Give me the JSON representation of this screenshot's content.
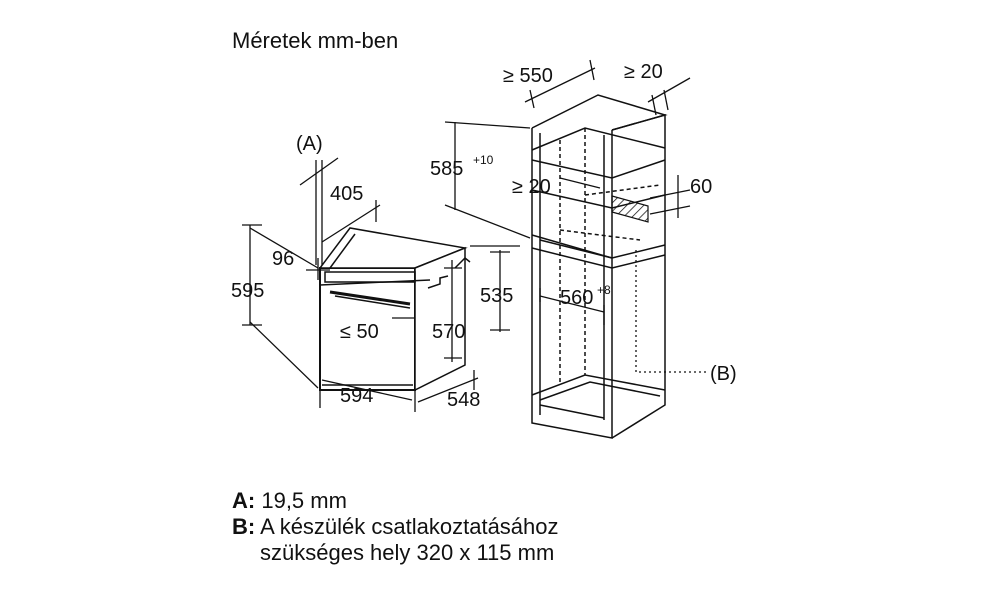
{
  "title": "Méretek mm-ben",
  "oven": {
    "label_a": "(A)",
    "dim_depth_top": "405",
    "dim_96": "96",
    "dim_height": "595",
    "dim_50": "≤ 50",
    "dim_570": "570",
    "dim_width": "594",
    "dim_depth": "548"
  },
  "cabinet": {
    "dim_550": "≥ 550",
    "dim_20_top": "≥ 20",
    "dim_585": "585",
    "dim_585_sup": "+10",
    "dim_20_mid": "≥ 20",
    "dim_60": "60",
    "dim_535": "535",
    "dim_560": "560",
    "dim_560_sup": "+8",
    "label_b": "(B)"
  },
  "legend": [
    {
      "key": "A:",
      "text": "19,5 mm"
    },
    {
      "key": "B:",
      "text": "A készülék csatlakoztatásához"
    },
    {
      "key": "",
      "text": "szükséges hely 320 x 115 mm"
    }
  ]
}
